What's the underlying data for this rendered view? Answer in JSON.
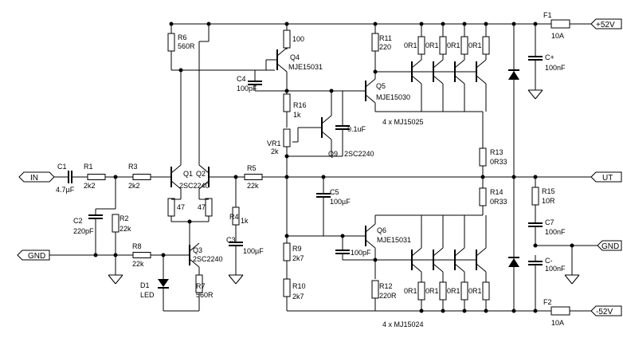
{
  "ports": {
    "in": "IN",
    "out": "UT",
    "gnd_left": "GND",
    "gnd_right": "GND",
    "vplus": "+52V",
    "vminus": "-52V"
  },
  "components": {
    "c1": {
      "ref": "C1",
      "value": "4.7µF"
    },
    "r1": {
      "ref": "R1",
      "value": "2k2"
    },
    "r3": {
      "ref": "R3",
      "value": "2k2"
    },
    "c2": {
      "ref": "C2",
      "value": "220pF"
    },
    "r2": {
      "ref": "R2",
      "value": "22k"
    },
    "r8": {
      "ref": "R8",
      "value": "22k"
    },
    "d1": {
      "ref": "D1",
      "value": "LED"
    },
    "q1": {
      "ref": "Q1",
      "value": "2SC2240"
    },
    "q2": {
      "ref": "Q2",
      "value": ""
    },
    "re1": {
      "value": "47"
    },
    "re2": {
      "value": "47"
    },
    "q3": {
      "ref": "Q3",
      "value": "2SC2240"
    },
    "r7": {
      "ref": "R7",
      "value": "560R"
    },
    "r6": {
      "ref": "R6",
      "value": "560R"
    },
    "r5": {
      "ref": "R5",
      "value": "22k"
    },
    "r4": {
      "ref": "R4",
      "value": "1k"
    },
    "c3": {
      "ref": "C3",
      "value": "100µF"
    },
    "r100": {
      "value": "100"
    },
    "q4": {
      "ref": "Q4",
      "value": "MJE15031"
    },
    "c4": {
      "ref": "C4",
      "value": "100pF"
    },
    "r16": {
      "ref": "R16",
      "value": "1k"
    },
    "vr1": {
      "ref": "VR1",
      "value": "2k"
    },
    "q9": {
      "ref": "Q9",
      "value": ""
    },
    "q9v": {
      "value": "2SC2240"
    },
    "c01": {
      "value": "0.1uF"
    },
    "r11": {
      "ref": "R11",
      "value": "220"
    },
    "q5": {
      "ref": "Q5",
      "value": "MJE15030"
    },
    "c5": {
      "ref": "C5",
      "value": "100µF"
    },
    "r9": {
      "ref": "R9",
      "value": "2k7"
    },
    "r10": {
      "ref": "R10",
      "value": "2k7"
    },
    "q6": {
      "ref": "Q6",
      "value": "MJE15031"
    },
    "c100": {
      "value": "100pF"
    },
    "r12": {
      "ref": "R12",
      "value": "220R"
    },
    "r13": {
      "ref": "R13",
      "value": "0R33"
    },
    "r14": {
      "ref": "R14",
      "value": "0R33"
    },
    "r15": {
      "ref": "R15",
      "value": "10R"
    },
    "c7": {
      "ref": "C7",
      "value": "100nF"
    },
    "cplus": {
      "ref": "C+",
      "value": "100nF"
    },
    "cminus": {
      "ref": "C-",
      "value": "100nF"
    },
    "f1": {
      "ref": "F1",
      "value": "10A"
    },
    "f2": {
      "ref": "F2",
      "value": "10A"
    }
  },
  "emitter_resistor_label": "0R1",
  "output_groups": {
    "upper": "4 x MJ15025",
    "lower": "4 x MJ15024"
  }
}
